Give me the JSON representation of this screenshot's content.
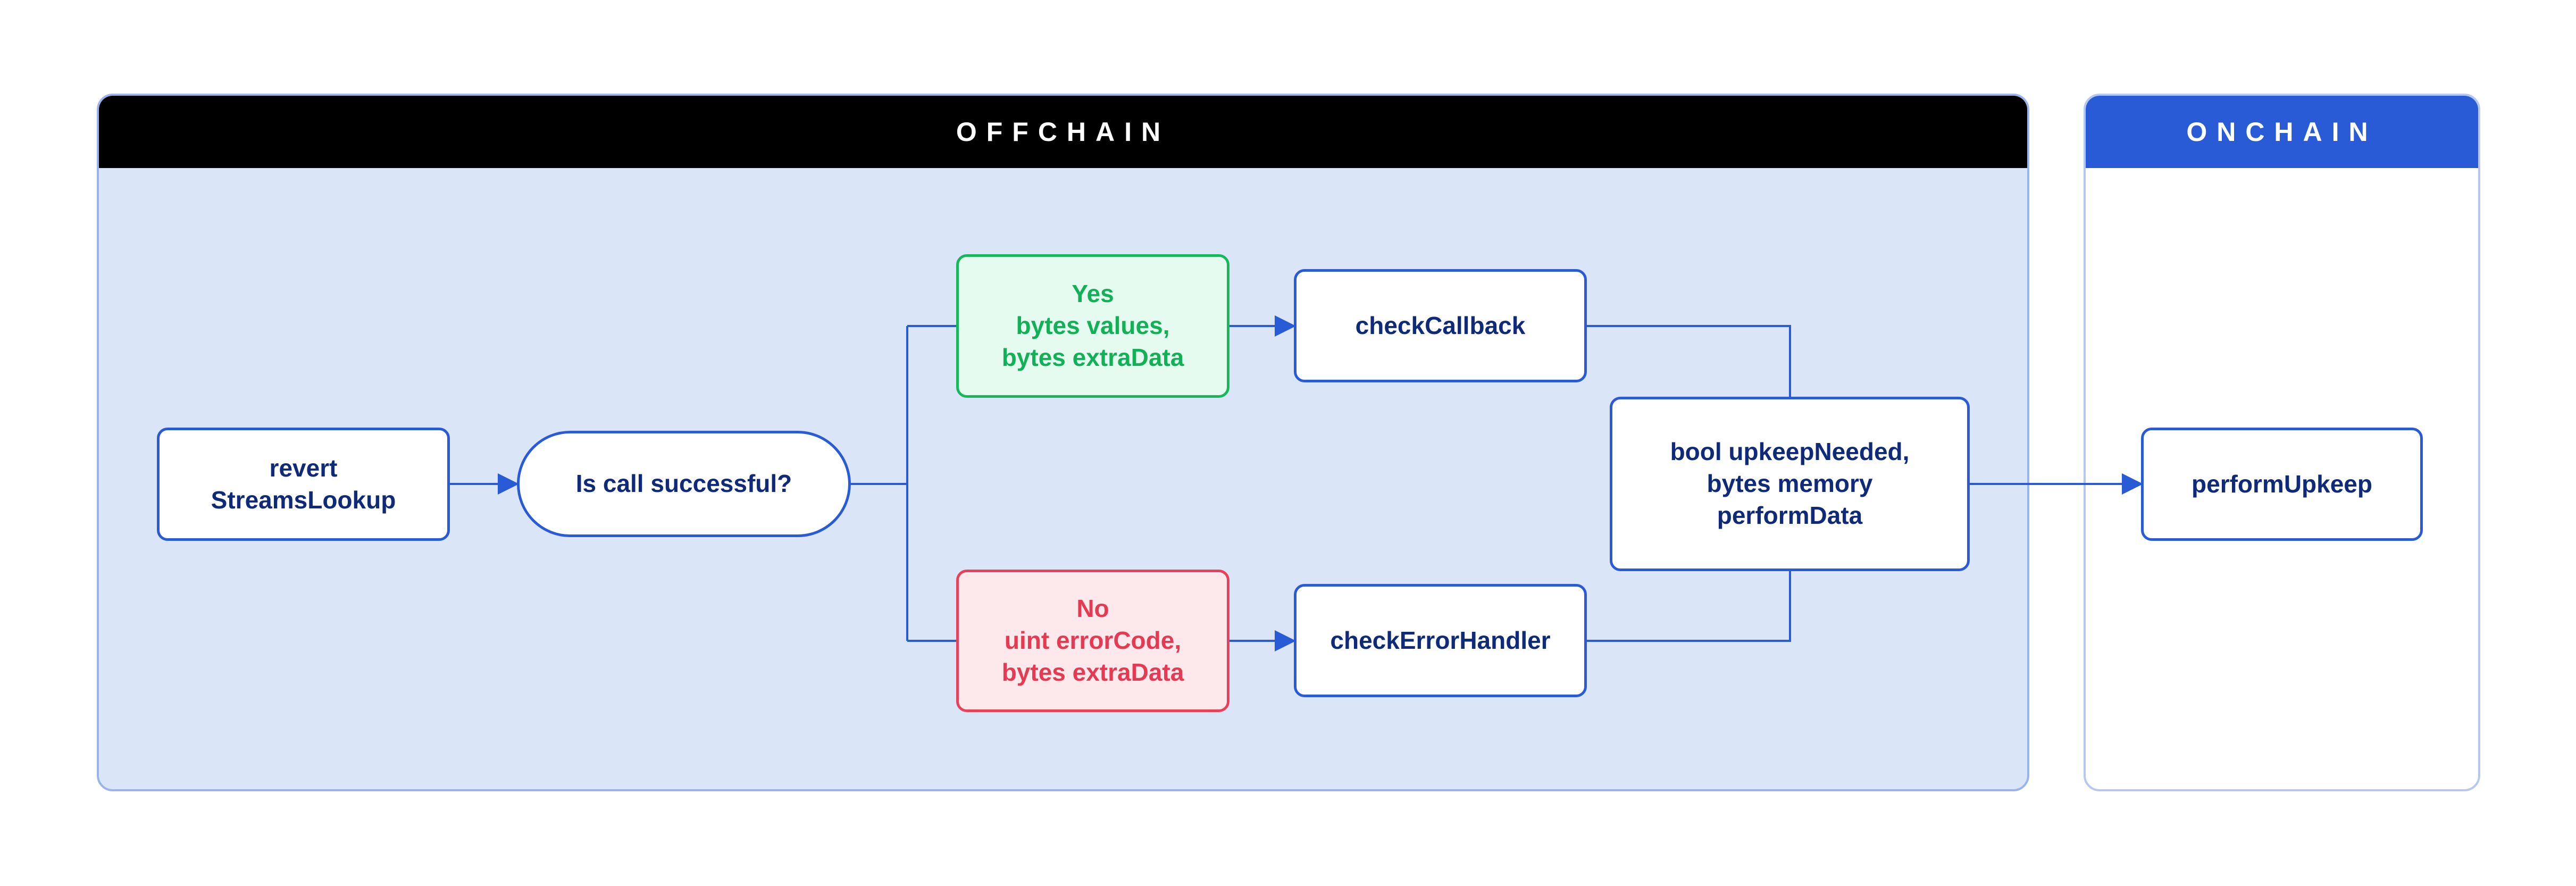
{
  "panels": {
    "offchain": {
      "label": "OFFCHAIN"
    },
    "onchain": {
      "label": "ONCHAIN"
    }
  },
  "nodes": {
    "revert_streams_lookup": "revert\nStreamsLookup",
    "is_call_successful": "Is call successful?",
    "yes_branch": "Yes\nbytes values,\nbytes extraData",
    "no_branch": "No\nuint errorCode,\nbytes extraData",
    "check_callback": "checkCallback",
    "check_error_handler": "checkErrorHandler",
    "upkeep_result": "bool upkeepNeeded,\nbytes memory\nperformData",
    "perform_upkeep": "performUpkeep"
  },
  "colors": {
    "connector": "#2a5bd7",
    "offchain_header": "#000000",
    "onchain_header": "#2a5bd7",
    "yes_green": "#16b85a",
    "no_red": "#e8425a"
  }
}
